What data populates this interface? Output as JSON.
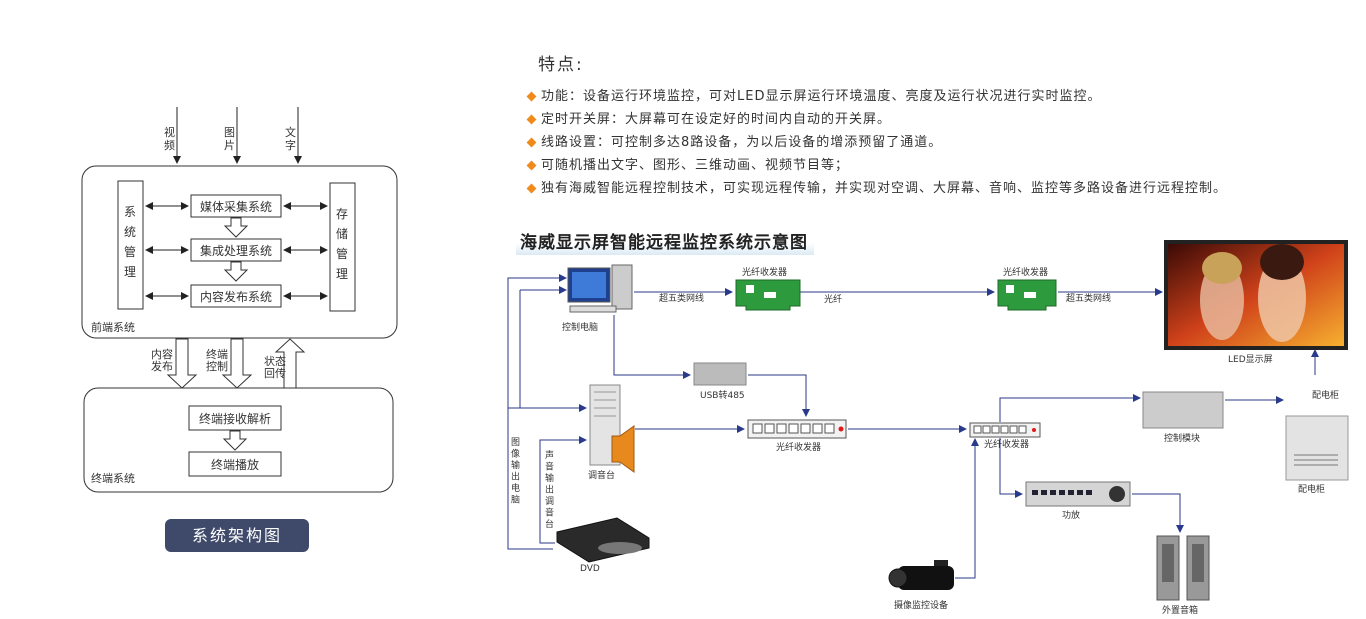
{
  "arch": {
    "inputs": [
      "视频",
      "图片",
      "文字"
    ],
    "front_label": "前端系统",
    "left_box": "系统管理",
    "right_box": "存储管理",
    "center_boxes": [
      "媒体采集系统",
      "集成处理系统",
      "内容发布系统"
    ],
    "arrow_labels": {
      "publish": "内容发布",
      "control": "终端控制",
      "status": "状态回传"
    },
    "terminal_label": "终端系统",
    "terminal_boxes": [
      "终端接收解析",
      "终端播放"
    ],
    "caption": "系统架构图"
  },
  "features": {
    "heading": "特点:",
    "items": [
      "功能：设备运行环境监控，可对LED显示屏运行环境温度、亮度及运行状况进行实时监控。",
      "定时开关屏：大屏幕可在设定好的时间内自动的开关屏。",
      "线路设置：可控制多达8路设备，为以后设备的增添预留了通道。",
      "可随机播出文字、图形、三维动画、视频节目等；",
      "独有海威智能远程控制技术，可实现远程传输，并实现对空调、大屏幕、音响、监控等多路设备进行远程控制。"
    ],
    "bullet_color": "#f08a1a"
  },
  "network": {
    "title": "海威显示屏智能远程监控系统示意图",
    "labels": {
      "pc": "控制电脑",
      "cat5_1": "超五类网线",
      "fiber_tx_1": "光纤收发器",
      "fiber": "光纤",
      "fiber_tx_2": "光纤收发器",
      "cat5_2": "超五类网线",
      "led": "LED显示屏",
      "usb485": "USB转485",
      "mixer": "调音台",
      "switch_1": "光纤收发器",
      "switch_2": "光纤收发器",
      "control_module": "控制模块",
      "power_cabinet_1": "配电柜",
      "power_cabinet_2": "配电柜",
      "amp": "功放",
      "speakers": "外置音箱",
      "camera": "摄像监控设备",
      "dvd": "DVD",
      "video_out": "图像输出电脑",
      "audio_out": "声音输出调音台"
    }
  },
  "colors": {
    "line": "#2a3a8a",
    "pcb": "#2e9a3e",
    "accent": "#f08a1a"
  }
}
